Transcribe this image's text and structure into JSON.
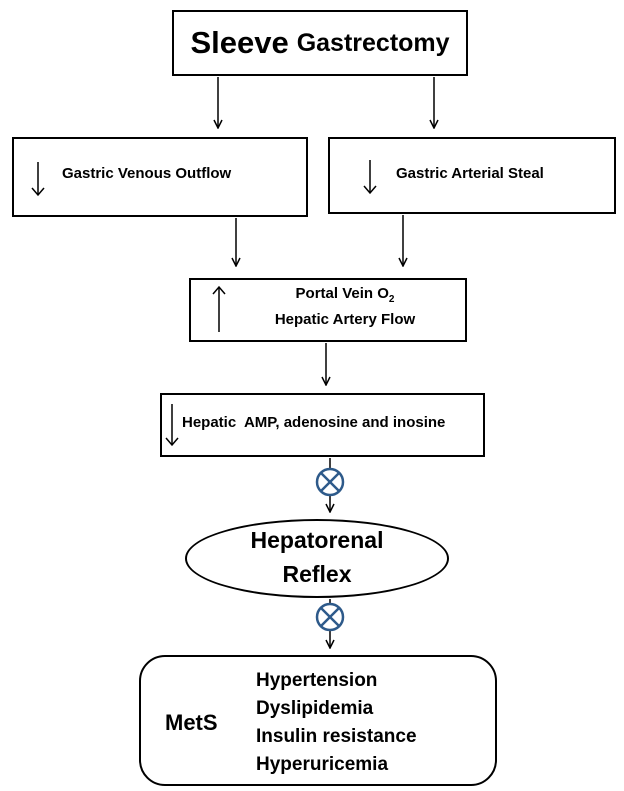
{
  "diagram": {
    "top_box": {
      "word1": "Sleeve",
      "word2": "Gastrectomy"
    },
    "left_box": {
      "label": "Gastric Venous Outflow",
      "direction": "down"
    },
    "right_box": {
      "label": "Gastric Arterial Steal",
      "direction": "down"
    },
    "portal_box": {
      "line1_prefix": "Portal Vein O",
      "line1_subscript": "2",
      "line2": "Hepatic Artery Flow",
      "direction": "up"
    },
    "amp_box": {
      "label": "Hepatic  AMP, adenosine and inosine",
      "direction": "down"
    },
    "reflex": {
      "line1": "Hepatorenal",
      "line2": "Reflex"
    },
    "inhibit_symbol_color": "#2e5a8a",
    "mets_box": {
      "label": "MetS",
      "items": [
        "Hypertension",
        "Dyslipidemia",
        "Insulin resistance",
        "Hyperuricemia"
      ]
    }
  }
}
